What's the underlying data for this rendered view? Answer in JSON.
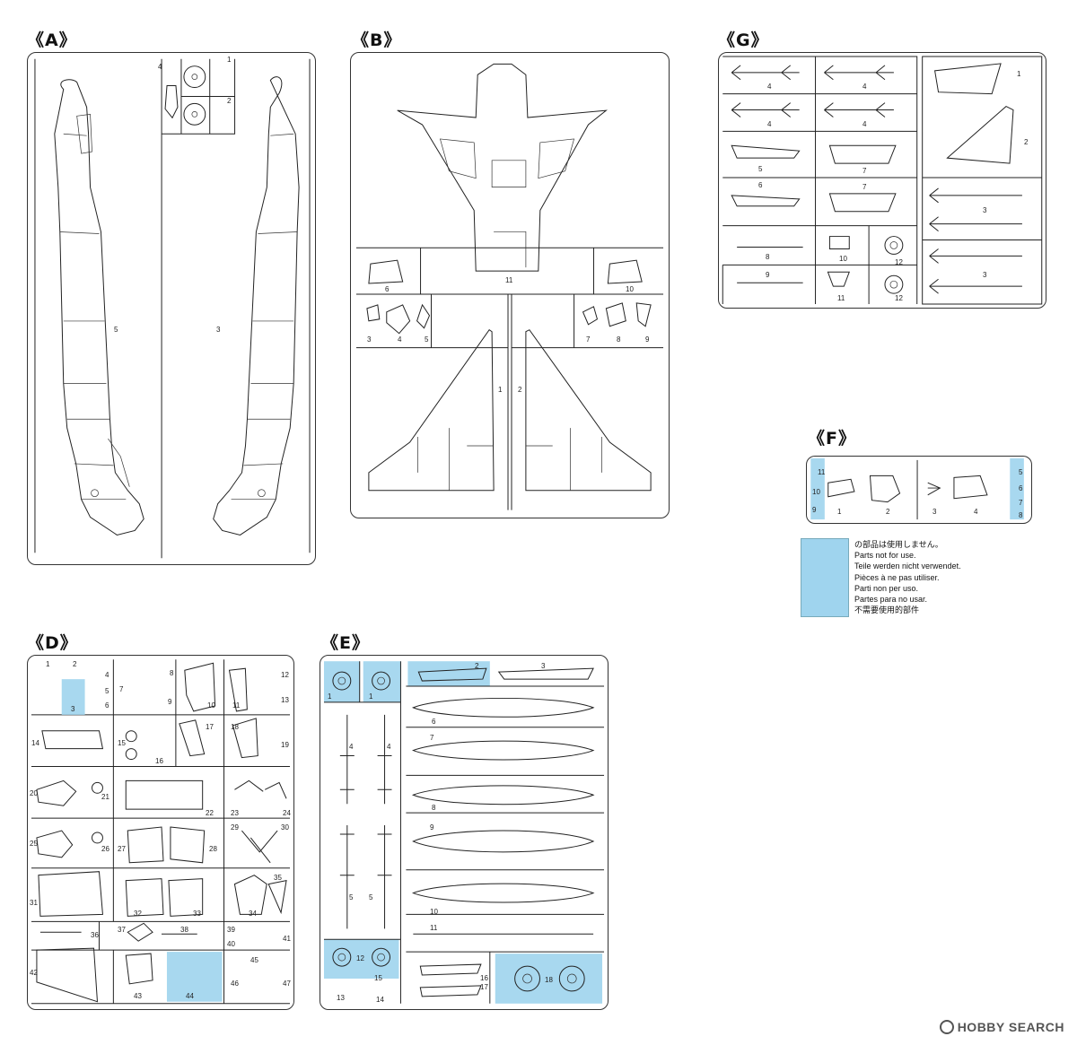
{
  "sprues": {
    "a": {
      "title": "《A》",
      "parts": [
        "1",
        "2",
        "3",
        "4",
        "5"
      ]
    },
    "b": {
      "title": "《B》",
      "parts": [
        "1",
        "2",
        "3",
        "4",
        "5",
        "6",
        "7",
        "8",
        "9",
        "10",
        "11"
      ]
    },
    "g": {
      "title": "《G》",
      "parts": [
        "1",
        "2",
        "3",
        "3",
        "4",
        "4",
        "4",
        "4",
        "5",
        "6",
        "7",
        "7",
        "8",
        "9",
        "10",
        "11",
        "12",
        "12"
      ]
    },
    "f": {
      "title": "《F》",
      "parts": [
        "1",
        "2",
        "3",
        "4",
        "5",
        "6",
        "7",
        "8",
        "9",
        "10",
        "11"
      ]
    },
    "d": {
      "title": "《D》",
      "parts": [
        "1",
        "2",
        "3",
        "4",
        "5",
        "6",
        "7",
        "8",
        "9",
        "10",
        "11",
        "12",
        "13",
        "14",
        "15",
        "16",
        "17",
        "18",
        "19",
        "20",
        "21",
        "22",
        "23",
        "24",
        "25",
        "26",
        "27",
        "28",
        "29",
        "30",
        "31",
        "32",
        "33",
        "34",
        "35",
        "36",
        "37",
        "38",
        "39",
        "40",
        "41",
        "42",
        "43",
        "44",
        "45",
        "46",
        "47"
      ]
    },
    "e": {
      "title": "《E》",
      "parts": [
        "1",
        "1",
        "2",
        "3",
        "4",
        "4",
        "5",
        "5",
        "6",
        "7",
        "8",
        "9",
        "10",
        "11",
        "12",
        "13",
        "14",
        "15",
        "16",
        "17",
        "18"
      ]
    }
  },
  "legend": {
    "lines": [
      "の部品は使用しません。",
      "Parts not for use.",
      "Teile werden nicht verwendet.",
      "Pièces à ne pas utiliser.",
      "Parti non per uso.",
      "Partes para no usar.",
      "不需要使用的部件"
    ],
    "swatch_color": "#9fd4ee"
  },
  "watermark": {
    "text": "HOBBY SEARCH",
    "icon": "hobby-search-logo-icon"
  },
  "colors": {
    "not_used": "#a8d8ef",
    "line": "#222222"
  }
}
